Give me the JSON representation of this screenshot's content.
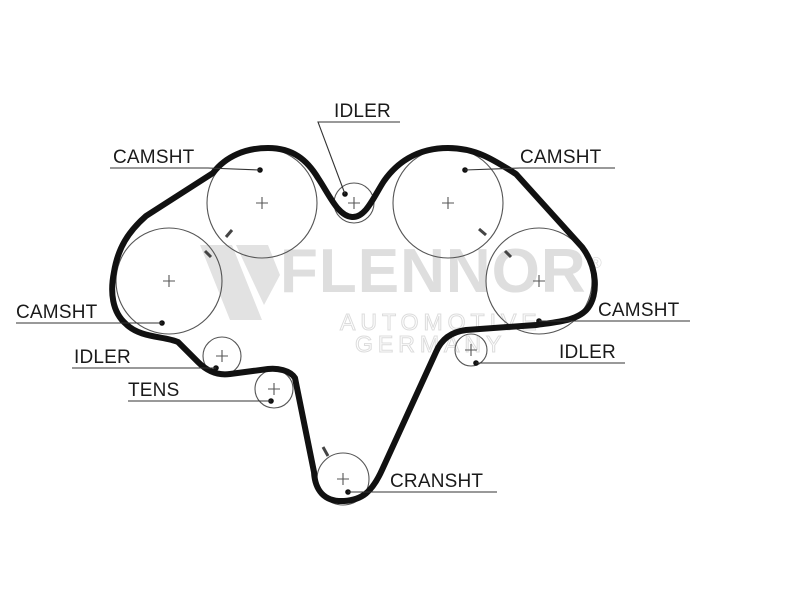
{
  "watermark": {
    "brand": "FLENNOR",
    "registered": "®",
    "line1": "AUTOMOTIVE",
    "line2": "GERMANY",
    "color": "#dedede"
  },
  "labels": {
    "idler_top": "IDLER",
    "camsht_top_left": "CAMSHT",
    "camsht_top_right": "CAMSHT",
    "camsht_left": "CAMSHT",
    "camsht_right": "CAMSHT",
    "idler_left": "IDLER",
    "idler_right": "IDLER",
    "tens": "TENS",
    "cransht": "CRANSHT"
  },
  "colors": {
    "belt": "#111111",
    "pulley_outline": "#555555",
    "background": "#ffffff"
  }
}
